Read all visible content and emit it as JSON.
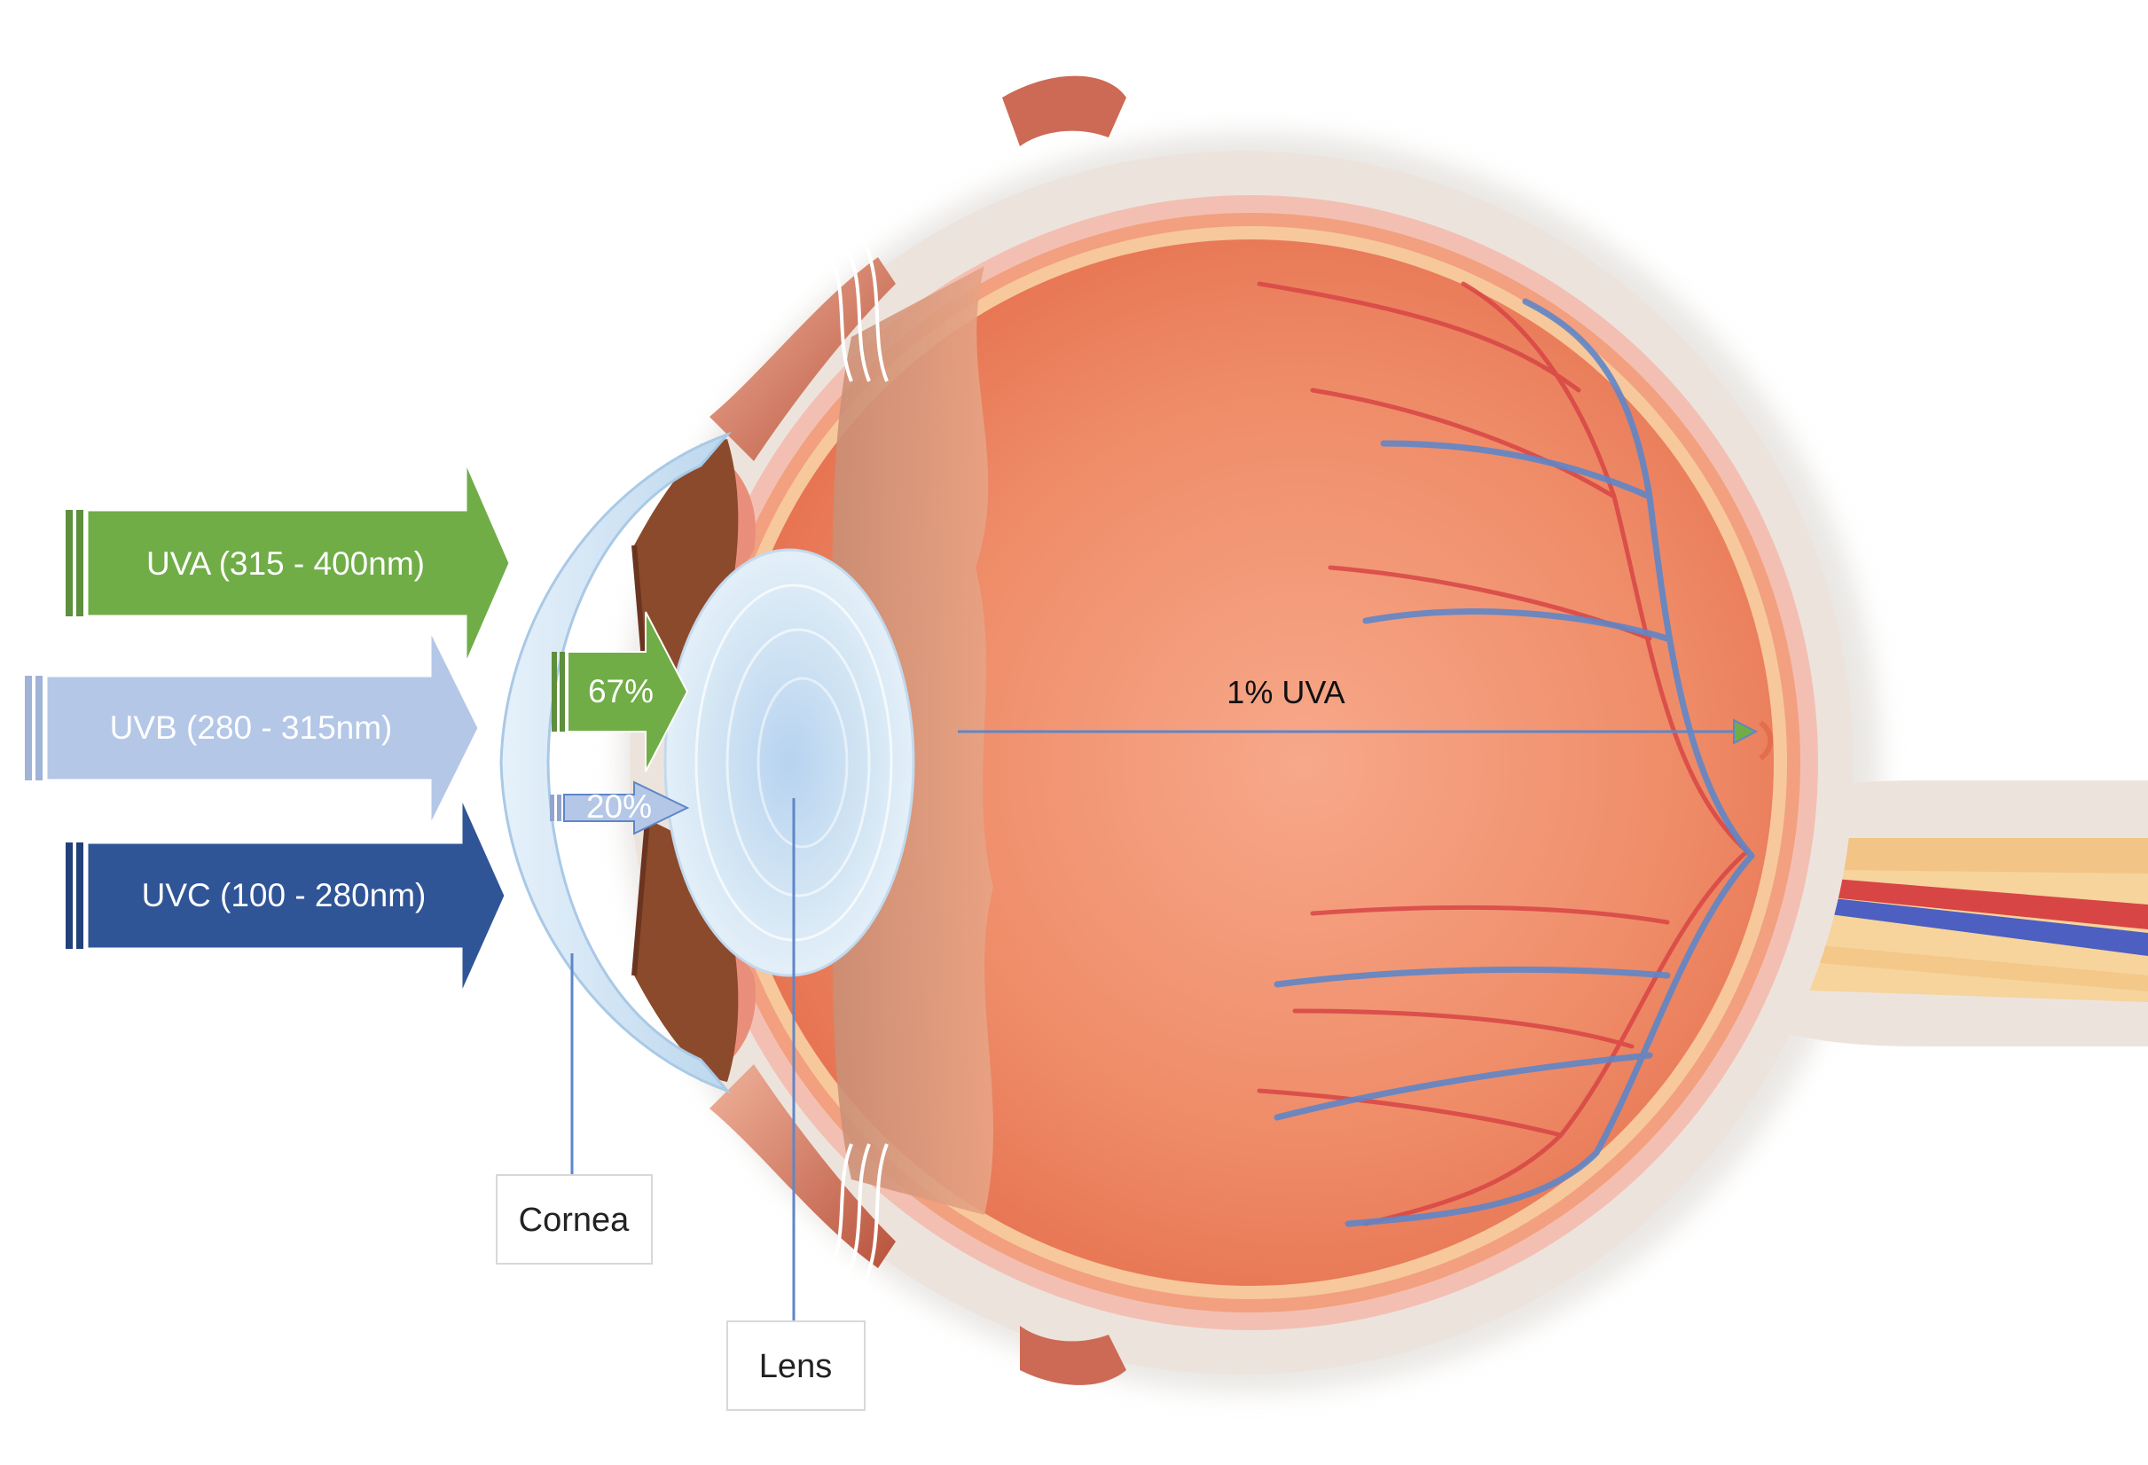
{
  "arrows": {
    "uva": {
      "label": "UVA (315 - 400nm)",
      "color": "#70ad47"
    },
    "uvb": {
      "label": "UVB (280 - 315nm)",
      "color": "#b4c7e7"
    },
    "uvc": {
      "label": "UVC (100 - 280nm)",
      "color": "#2f5597"
    },
    "uva_pass": {
      "label": "67%",
      "color": "#70ad47"
    },
    "uvb_pass": {
      "label": "20%",
      "color": "#b4c7e7"
    }
  },
  "annotations": {
    "retina_uva": "1% UVA",
    "cornea": "Cornea",
    "lens": "Lens"
  },
  "colors": {
    "sclera": "#ece4dc",
    "retina": "#ee8a67",
    "vein": "#5f86c8",
    "artery": "#d84545",
    "lens": "#d4e6f4",
    "cornea": "#cfe3f3"
  }
}
